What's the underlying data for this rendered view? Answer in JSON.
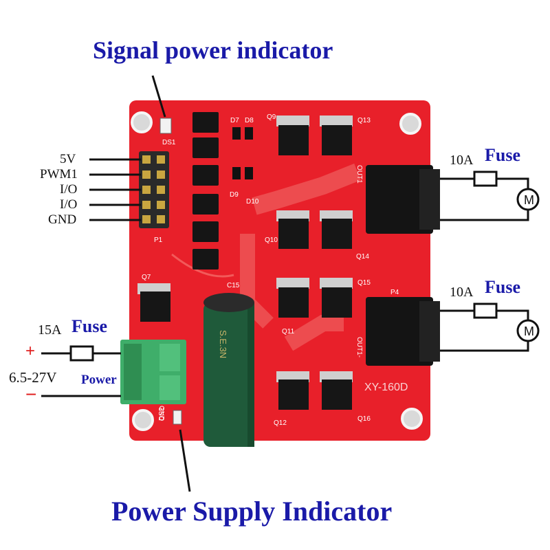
{
  "titles": {
    "signal_indicator": "Signal power indicator",
    "power_indicator": "Power Supply Indicator"
  },
  "pins": [
    "5V",
    "PWM1",
    "I/O",
    "I/O",
    "GND"
  ],
  "fuses": {
    "out1_rating": "10A",
    "out2_rating": "10A",
    "input_rating": "15A",
    "label": "Fuse"
  },
  "power_input": {
    "plus": "+",
    "minus": "−",
    "voltage": "6.5-27V",
    "label": "Power"
  },
  "motor_symbol": "M",
  "board": {
    "model": "XY-160D",
    "silk_ds1": "DS1",
    "silk_ds2": "DS2",
    "silk_p1": "P1",
    "silk_p4": "P4",
    "silk_gnd": "GND",
    "silk_out1": "OUT1",
    "silk_out1b": "OUT1-",
    "silk_q9": "Q9",
    "silk_q13": "Q13",
    "silk_q10": "Q10",
    "silk_q14": "Q14",
    "silk_q11": "Q11",
    "silk_q15": "Q15",
    "silk_q12": "Q12",
    "silk_q16": "Q16",
    "silk_q7": "Q7",
    "silk_c15": "C15",
    "silk_d7": "D7",
    "silk_d8": "D8",
    "silk_d9": "D9",
    "silk_d10": "D10",
    "cap_text": "S.E.3N"
  },
  "colors": {
    "pcb": "#e8202a",
    "title_blue": "#1a1aa8",
    "terminal_green": "#3fae6a",
    "capacitor_green": "#1f5a3a"
  }
}
